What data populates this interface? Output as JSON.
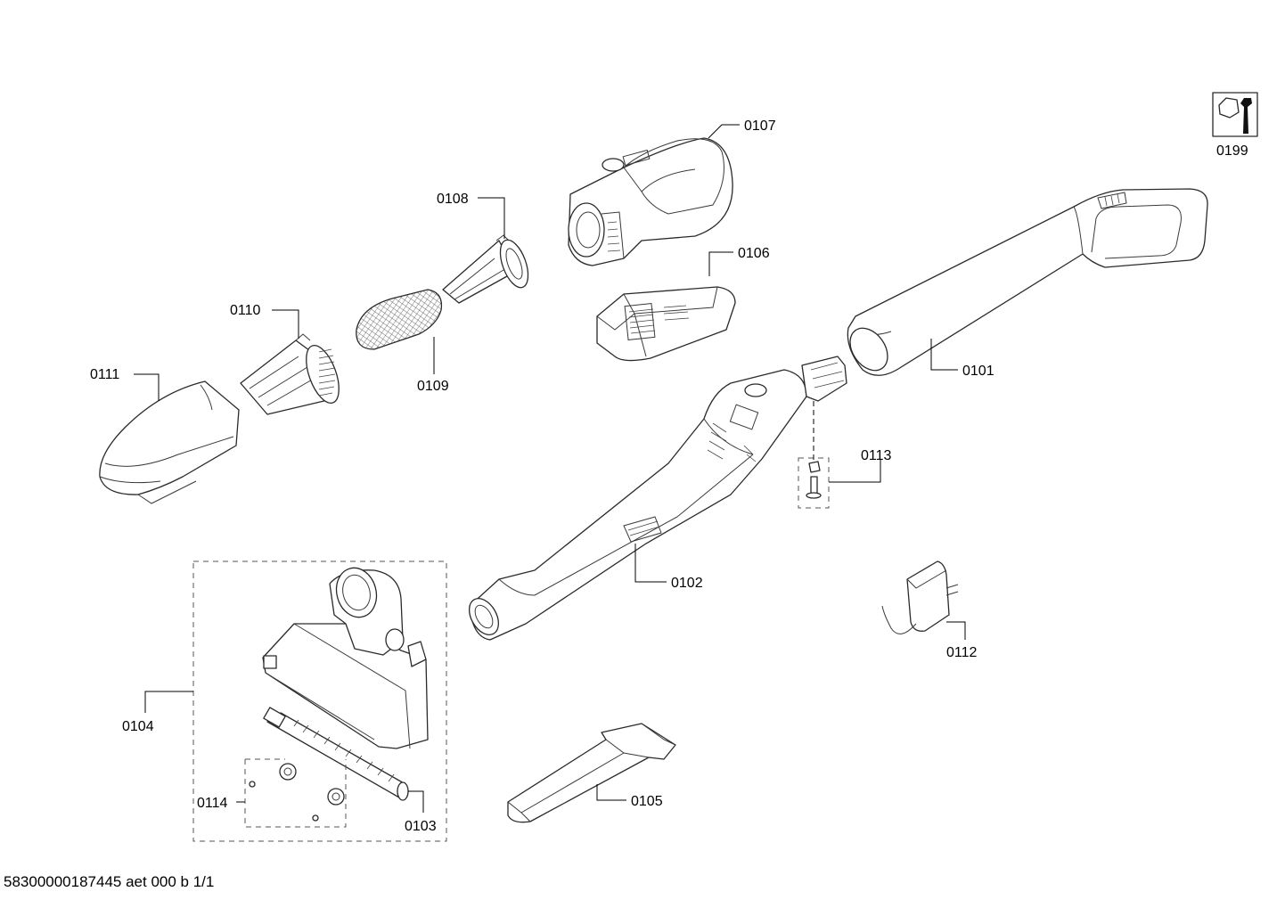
{
  "labels": {
    "p0101": "0101",
    "p0102": "0102",
    "p0103": "0103",
    "p0104": "0104",
    "p0105": "0105",
    "p0106": "0106",
    "p0107": "0107",
    "p0108": "0108",
    "p0109": "0109",
    "p0110": "0110",
    "p0111": "0111",
    "p0112": "0112",
    "p0113": "0113",
    "p0114": "0114",
    "p0199": "0199"
  },
  "icons": {
    "tool_symbol": "nut-wrench-icon"
  },
  "footer": "58300000187445 aet 000 b 1/1"
}
